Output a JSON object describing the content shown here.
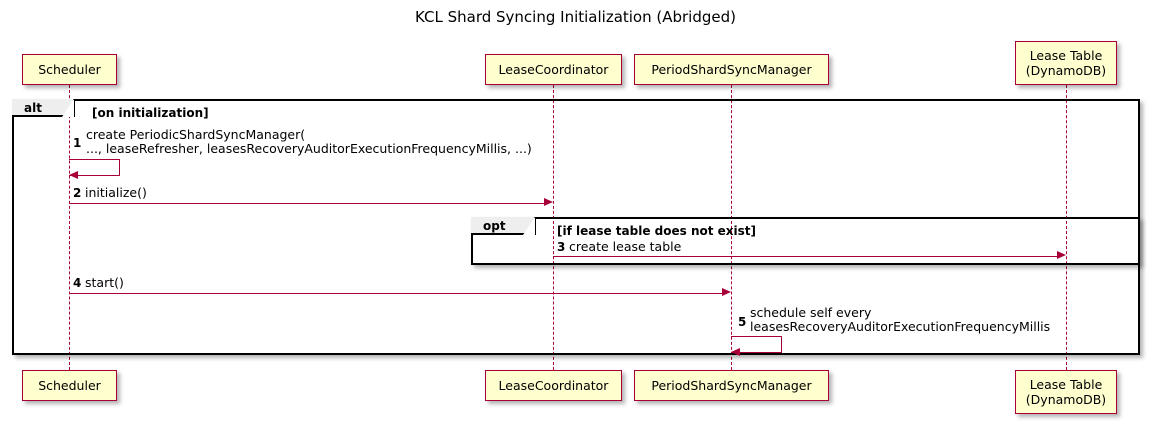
{
  "diagram": {
    "title": "KCL Shard Syncing Initialization (Abridged)",
    "colors": {
      "participant_fill": "#FEFECE",
      "participant_border": "#A80036",
      "message_line": "#A80036",
      "fragment_border": "#000000",
      "fragment_label_fill": "#EEEEEE",
      "background": "#FFFFFF"
    }
  },
  "participants": [
    {
      "id": "scheduler",
      "label": "Scheduler"
    },
    {
      "id": "lease_coordinator",
      "label": "LeaseCoordinator"
    },
    {
      "id": "period_shard_sync_manager",
      "label": "PeriodShardSyncManager"
    },
    {
      "id": "lease_table",
      "label": "Lease Table\n(DynamoDB)"
    }
  ],
  "fragments": [
    {
      "id": "alt",
      "operator": "alt",
      "condition": "[on initialization]"
    },
    {
      "id": "opt",
      "operator": "opt",
      "condition": "[if lease table does not exist]"
    }
  ],
  "messages": [
    {
      "number": "1",
      "label": "create PeriodicShardSyncManager(\n   ..., leaseRefresher, leasesRecoveryAuditorExecutionFrequencyMillis, ...)",
      "from": "scheduler",
      "to": "scheduler",
      "self": true
    },
    {
      "number": "2",
      "label": "initialize()",
      "from": "scheduler",
      "to": "lease_coordinator",
      "self": false
    },
    {
      "number": "3",
      "label": "create lease table",
      "from": "lease_coordinator",
      "to": "lease_table",
      "self": false
    },
    {
      "number": "4",
      "label": "start()",
      "from": "scheduler",
      "to": "period_shard_sync_manager",
      "self": false
    },
    {
      "number": "5",
      "label": "schedule self every\n   leasesRecoveryAuditorExecutionFrequencyMillis",
      "from": "period_shard_sync_manager",
      "to": "period_shard_sync_manager",
      "self": true
    }
  ]
}
